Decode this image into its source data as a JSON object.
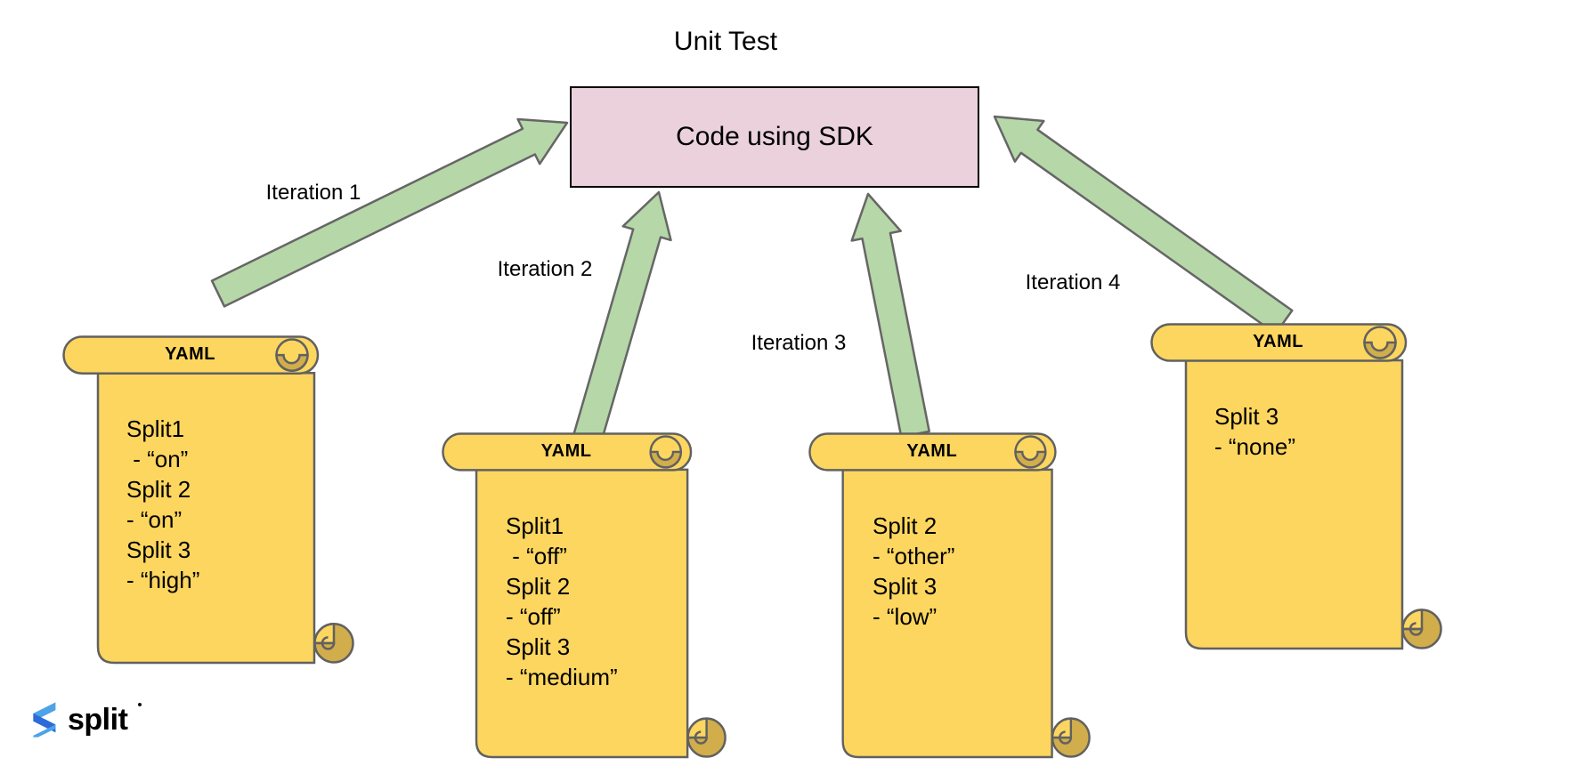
{
  "title": "Unit Test",
  "sdk_box": {
    "label": "Code using SDK"
  },
  "iterations": [
    {
      "label": "Iteration 1"
    },
    {
      "label": "Iteration 2"
    },
    {
      "label": "Iteration 3"
    },
    {
      "label": "Iteration 4"
    }
  ],
  "scrolls": [
    {
      "header": "YAML",
      "lines": [
        "Split1",
        " - “on”",
        "Split 2",
        "- “on”",
        "Split 3",
        "- “high”"
      ]
    },
    {
      "header": "YAML",
      "lines": [
        "Split1",
        " - “off”",
        "Split 2",
        "- “off”",
        "Split 3",
        "- “medium”"
      ]
    },
    {
      "header": "YAML",
      "lines": [
        "Split 2",
        "- “other”",
        "Split 3",
        "- “low”"
      ]
    },
    {
      "header": "YAML",
      "lines": [
        "Split 3",
        "- “none”"
      ]
    }
  ],
  "logo": {
    "wordmark": "split"
  },
  "colors": {
    "box_fill": "#ead1dc",
    "box_border": "#000000",
    "arrow_fill": "#b6d7a8",
    "arrow_outline": "#666666",
    "scroll_fill": "#fcd65f",
    "scroll_curl": "#d1ad4b",
    "scroll_outline": "#616161",
    "logo_light_blue": "#4da3e8",
    "logo_dark_blue": "#2c6bd9",
    "text": "#000000"
  }
}
